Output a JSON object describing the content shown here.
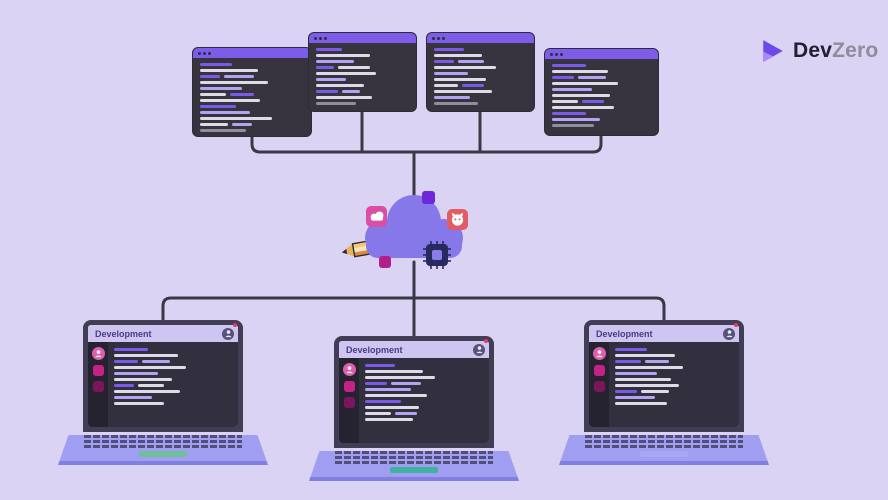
{
  "colors": {
    "background": "#DAD3F4",
    "connector": "#3B3846",
    "accent_purple": "#7C5CE8",
    "cloud": "#8678E9",
    "logo_dev_color": "#221E33",
    "logo_zero_color": "#8F8C9C"
  },
  "logo": {
    "dev": "Dev",
    "zero": "Zero"
  },
  "palette": {
    "p": "#7C5AE8",
    "l": "#B4A3F0",
    "w": "#DEDBE7",
    "g": "#908D9C"
  },
  "terminals": [
    {
      "name": "code-window-1",
      "lines": [
        [
          {
            "w": 32,
            "c": "p"
          }
        ],
        [
          {
            "w": 58,
            "c": "w"
          }
        ],
        [
          {
            "w": 20,
            "c": "p"
          },
          {
            "w": 30,
            "c": "l",
            "i": 4
          }
        ],
        [
          {
            "w": 68,
            "c": "w"
          }
        ],
        [
          {
            "w": 42,
            "c": "l"
          }
        ],
        [
          {
            "w": 26,
            "c": "w"
          },
          {
            "w": 24,
            "c": "p",
            "i": 4
          }
        ],
        [
          {
            "w": 60,
            "c": "w"
          }
        ],
        [
          {
            "w": 36,
            "c": "p"
          }
        ],
        [
          {
            "w": 50,
            "c": "l"
          }
        ],
        [
          {
            "w": 72,
            "c": "w"
          }
        ],
        [
          {
            "w": 28,
            "c": "w"
          },
          {
            "w": 20,
            "c": "l",
            "i": 4
          }
        ],
        [
          {
            "w": 46,
            "c": "g"
          }
        ]
      ]
    },
    {
      "name": "code-window-2",
      "lines": [
        [
          {
            "w": 26,
            "c": "p"
          }
        ],
        [
          {
            "w": 54,
            "c": "w"
          }
        ],
        [
          {
            "w": 38,
            "c": "l"
          }
        ],
        [
          {
            "w": 18,
            "c": "p"
          },
          {
            "w": 32,
            "c": "w",
            "i": 4
          }
        ],
        [
          {
            "w": 60,
            "c": "w"
          }
        ],
        [
          {
            "w": 30,
            "c": "l"
          }
        ],
        [
          {
            "w": 48,
            "c": "w"
          }
        ],
        [
          {
            "w": 22,
            "c": "p"
          },
          {
            "w": 18,
            "c": "l",
            "i": 4
          }
        ],
        [
          {
            "w": 56,
            "c": "w"
          }
        ],
        [
          {
            "w": 40,
            "c": "g"
          }
        ]
      ]
    },
    {
      "name": "code-window-3",
      "lines": [
        [
          {
            "w": 30,
            "c": "p"
          }
        ],
        [
          {
            "w": 48,
            "c": "w"
          }
        ],
        [
          {
            "w": 20,
            "c": "p"
          },
          {
            "w": 26,
            "c": "l",
            "i": 4
          }
        ],
        [
          {
            "w": 62,
            "c": "w"
          }
        ],
        [
          {
            "w": 34,
            "c": "l"
          }
        ],
        [
          {
            "w": 52,
            "c": "w"
          }
        ],
        [
          {
            "w": 24,
            "c": "w"
          },
          {
            "w": 22,
            "c": "p",
            "i": 4
          }
        ],
        [
          {
            "w": 58,
            "c": "w"
          }
        ],
        [
          {
            "w": 36,
            "c": "l"
          }
        ],
        [
          {
            "w": 44,
            "c": "g"
          }
        ]
      ]
    },
    {
      "name": "code-window-4",
      "lines": [
        [
          {
            "w": 34,
            "c": "p"
          }
        ],
        [
          {
            "w": 56,
            "c": "w"
          }
        ],
        [
          {
            "w": 22,
            "c": "p"
          },
          {
            "w": 28,
            "c": "l",
            "i": 4
          }
        ],
        [
          {
            "w": 66,
            "c": "w"
          }
        ],
        [
          {
            "w": 40,
            "c": "l"
          }
        ],
        [
          {
            "w": 58,
            "c": "w"
          }
        ],
        [
          {
            "w": 26,
            "c": "w"
          },
          {
            "w": 22,
            "c": "p",
            "i": 4
          }
        ],
        [
          {
            "w": 62,
            "c": "w"
          }
        ],
        [
          {
            "w": 34,
            "c": "p"
          }
        ],
        [
          {
            "w": 48,
            "c": "l"
          }
        ],
        [
          {
            "w": 42,
            "c": "g"
          }
        ]
      ]
    }
  ],
  "laptops": [
    {
      "title": "Development",
      "accent": "#6FBF9B",
      "lines": [
        [
          {
            "w": 34,
            "c": "p"
          }
        ],
        [
          {
            "w": 64,
            "c": "w"
          }
        ],
        [
          {
            "w": 24,
            "c": "p"
          },
          {
            "w": 28,
            "c": "l",
            "i": 4
          }
        ],
        [
          {
            "w": 72,
            "c": "w"
          }
        ],
        [
          {
            "w": 44,
            "c": "l"
          }
        ],
        [
          {
            "w": 58,
            "c": "w"
          }
        ],
        [
          {
            "w": 20,
            "c": "p"
          },
          {
            "w": 26,
            "c": "w",
            "i": 4
          }
        ],
        [
          {
            "w": 66,
            "c": "w"
          }
        ],
        [
          {
            "w": 38,
            "c": "l"
          }
        ],
        [
          {
            "w": 50,
            "c": "w"
          }
        ]
      ]
    },
    {
      "title": "Development",
      "accent": "#3EB3A2",
      "lines": [
        [
          {
            "w": 30,
            "c": "p"
          }
        ],
        [
          {
            "w": 58,
            "c": "w"
          }
        ],
        [
          {
            "w": 70,
            "c": "w"
          }
        ],
        [
          {
            "w": 22,
            "c": "p"
          },
          {
            "w": 30,
            "c": "l",
            "i": 4
          }
        ],
        [
          {
            "w": 46,
            "c": "l"
          }
        ],
        [
          {
            "w": 62,
            "c": "w"
          }
        ],
        [
          {
            "w": 36,
            "c": "p"
          }
        ],
        [
          {
            "w": 54,
            "c": "w"
          }
        ],
        [
          {
            "w": 26,
            "c": "w"
          },
          {
            "w": 22,
            "c": "l",
            "i": 4
          }
        ],
        [
          {
            "w": 48,
            "c": "w"
          }
        ]
      ]
    },
    {
      "title": "Development",
      "accent": "#A9A7F3",
      "lines": [
        [
          {
            "w": 32,
            "c": "p"
          }
        ],
        [
          {
            "w": 60,
            "c": "w"
          }
        ],
        [
          {
            "w": 26,
            "c": "p"
          },
          {
            "w": 24,
            "c": "l",
            "i": 4
          }
        ],
        [
          {
            "w": 68,
            "c": "w"
          }
        ],
        [
          {
            "w": 42,
            "c": "l"
          }
        ],
        [
          {
            "w": 56,
            "c": "w"
          }
        ],
        [
          {
            "w": 64,
            "c": "w"
          }
        ],
        [
          {
            "w": 22,
            "c": "p"
          },
          {
            "w": 28,
            "c": "w",
            "i": 4
          }
        ],
        [
          {
            "w": 40,
            "c": "l"
          }
        ],
        [
          {
            "w": 52,
            "c": "w"
          }
        ]
      ]
    }
  ]
}
